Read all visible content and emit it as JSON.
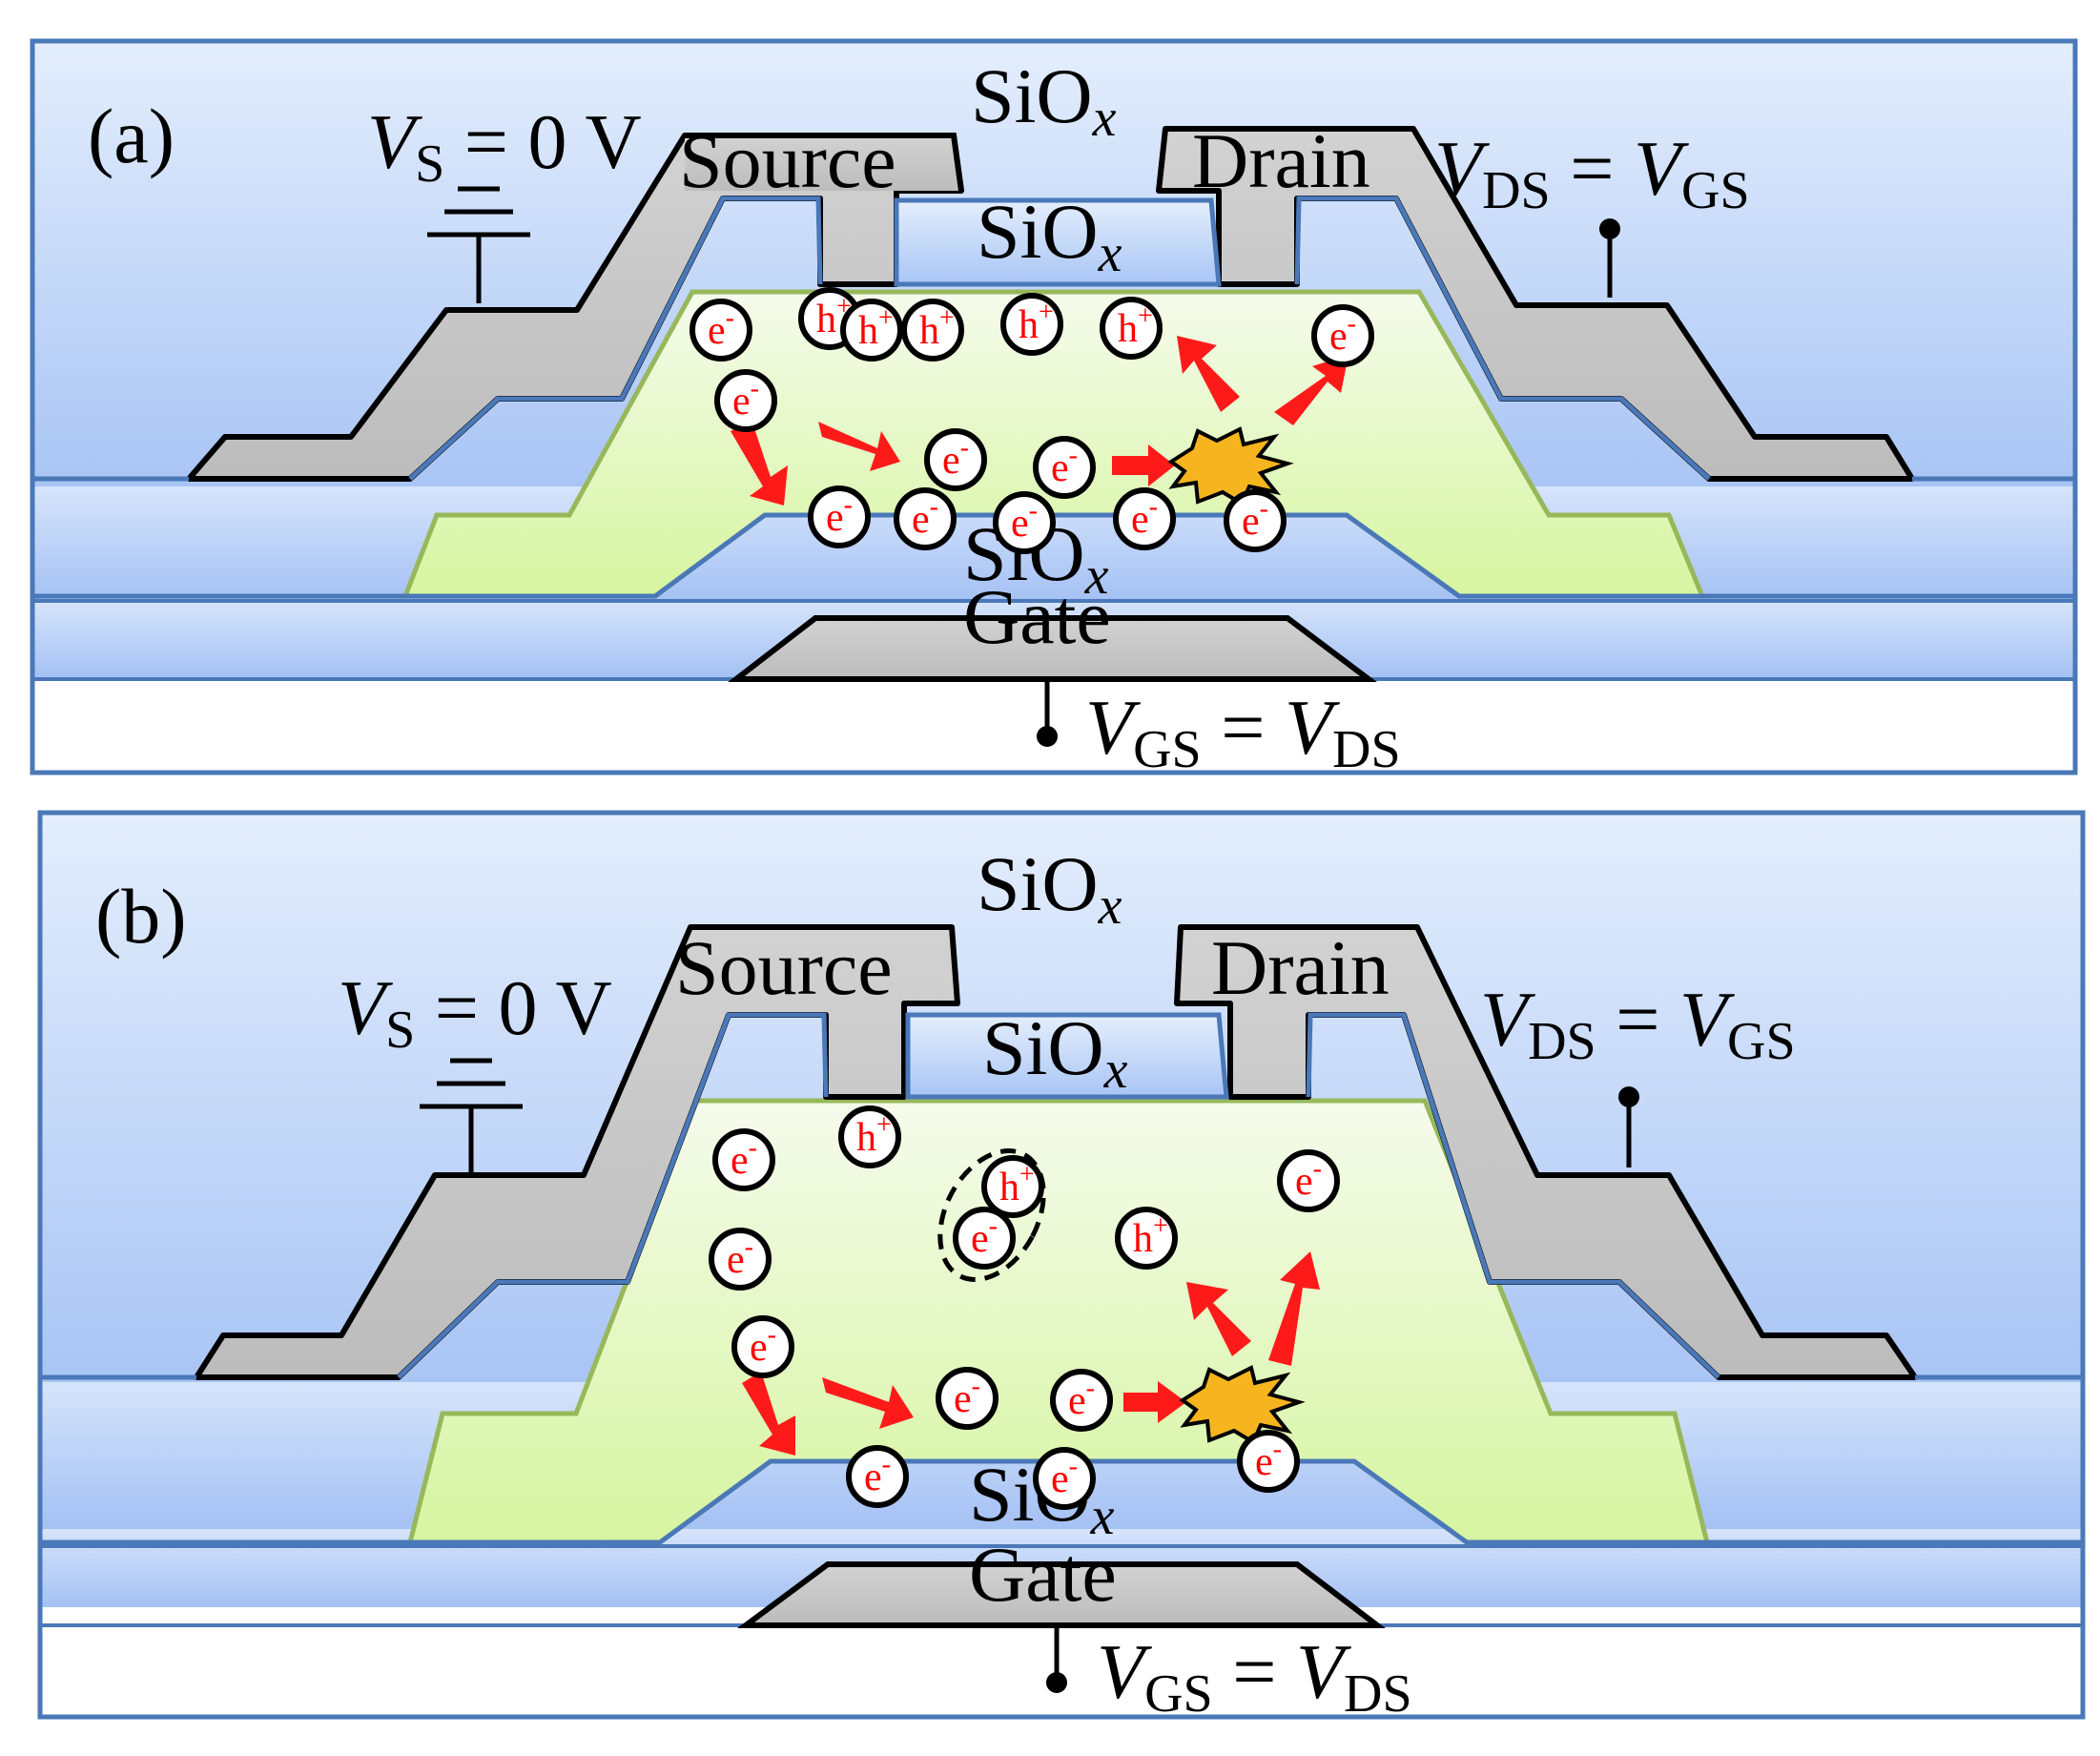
{
  "panels": [
    {
      "id": "a",
      "panel_label": "(a)",
      "source_label": "Source",
      "drain_label": "Drain",
      "gate_label": "Gate",
      "oxide_top_label": "SiO",
      "oxide_top_sub": "x",
      "oxide_mid_label": "SiO",
      "oxide_mid_sub": "x",
      "oxide_bottom_label": "SiO",
      "oxide_bottom_sub": "x",
      "vs_label": {
        "v": "V",
        "sub": "S",
        "rest": " = 0 V"
      },
      "vds_label": {
        "v1": "V",
        "sub1": "DS",
        "eq": " = ",
        "v2": "V",
        "sub2": "GS"
      },
      "vgs_label": {
        "v1": "V",
        "sub1": "GS",
        "eq": " = ",
        "v2": "V",
        "sub2": "DS"
      },
      "electron_label": "e",
      "electron_sup": "-",
      "hole_label": "h",
      "hole_sup": "+"
    },
    {
      "id": "b",
      "panel_label": "(b)",
      "source_label": "Source",
      "drain_label": "Drain",
      "gate_label": "Gate",
      "oxide_top_label": "SiO",
      "oxide_top_sub": "x",
      "oxide_mid_label": "SiO",
      "oxide_mid_sub": "x",
      "oxide_bottom_label": "SiO",
      "oxide_bottom_sub": "x",
      "vs_label": {
        "v": "V",
        "sub": "S",
        "rest": " = 0 V"
      },
      "vds_label": {
        "v1": "V",
        "sub1": "DS",
        "eq": " = ",
        "v2": "V",
        "sub2": "GS"
      },
      "vgs_label": {
        "v1": "V",
        "sub1": "GS",
        "eq": " = ",
        "v2": "V",
        "sub2": "DS"
      },
      "electron_label": "e",
      "electron_sup": "-",
      "hole_label": "h",
      "hole_sup": "+"
    }
  ],
  "colors": {
    "oxide_top": "#dfeafc",
    "oxide_bottom": "#aac6f6",
    "channel_top": "#f3fbe6",
    "channel_bottom": "#d9f6a8",
    "channel_stroke": "#97b85a",
    "metal": "#c8c8c8",
    "border": "#4a78b8",
    "arrow": "#ff1a1a",
    "impact": "#f6b51e",
    "carrier_text": "#ff0000"
  }
}
